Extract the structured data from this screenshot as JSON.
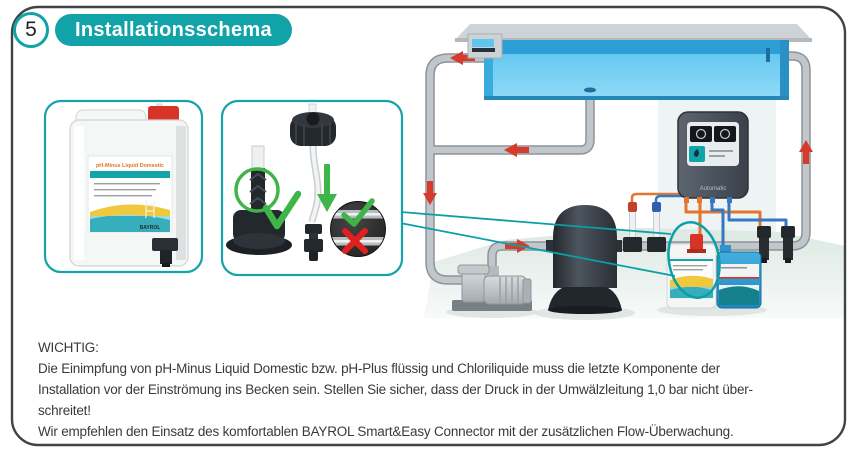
{
  "header": {
    "section_number": "5",
    "section_title": "Installationsschema"
  },
  "notice": {
    "heading": "WICHTIG:",
    "lines": [
      "Die Einimpfung von pH-Minus Liquid Domestic bzw. pH-Plus flüssig und Chloriliquide muss die letzte Komponente der",
      "Installation vor der Einströmung ins Becken sein. Stellen Sie sicher, dass der Druck in der Umwälzleitung 1,0 bar nicht über-",
      "schreitet!",
      "Wir empfehlen den Einsatz des komfortablen BAYROL Smart&Easy Connector mit der zusätzlichen Flow-Überwachung."
    ]
  },
  "product": {
    "canister_title": "pH-Minus Liquid Domestic",
    "brand": "BAYROL",
    "controller_label": "Automatic"
  },
  "colors": {
    "accent_teal": "#12a3a8",
    "arrow_red": "#d63a2a",
    "check_green": "#3fb549",
    "cross_red": "#e01f1f",
    "dosing_orange": "#e2762e",
    "dosing_blue": "#3577c1",
    "pool_water": "#5fc6f0"
  }
}
